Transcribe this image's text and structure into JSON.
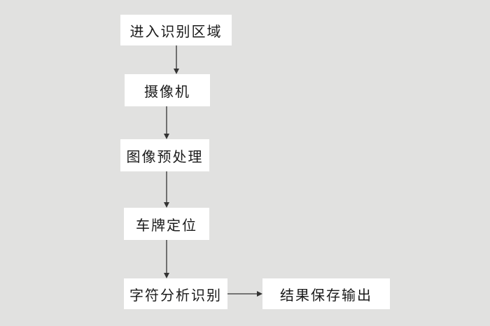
{
  "nodes": {
    "enter_zone": "进入识别区域",
    "camera": "摄像机",
    "preprocess": "图像预处理",
    "plate_locate": "车牌定位",
    "char_recognize": "字符分析识别",
    "save_output": "结果保存输出"
  },
  "colors": {
    "background": "#e1e1e0",
    "box_fill": "#ffffff",
    "text": "#1a1a1a",
    "arrow": "#333333"
  }
}
